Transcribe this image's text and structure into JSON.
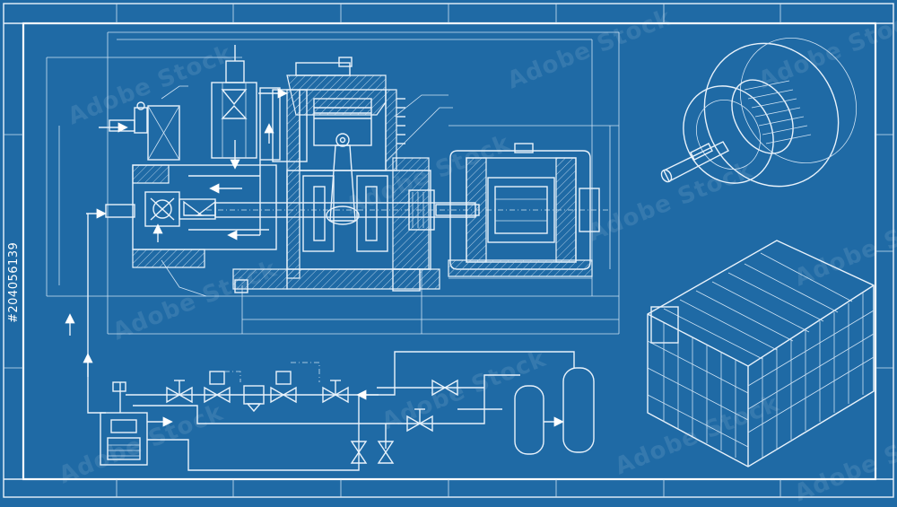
{
  "stock_id": "#204056139",
  "watermark": "Adobe Stock",
  "colors": {
    "background": "#1f6aa5",
    "line": "#e8f2fb"
  },
  "parts": {
    "compressor": "refrigeration compressor cross-section",
    "motor": "electric motor",
    "piping": "refrigeration piping schematic",
    "rotor_view": "isometric electric motor rotor",
    "radiator": "isometric radiator / heat exchanger"
  }
}
